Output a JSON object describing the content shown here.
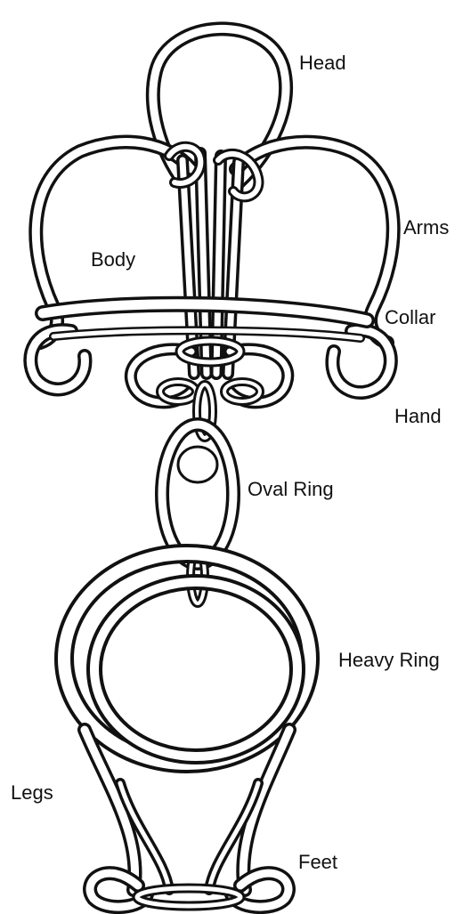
{
  "palette": {
    "ink": "#111111",
    "background": "#ffffff"
  },
  "labels": {
    "head": "Head",
    "arms": "Arms",
    "body": "Body",
    "collar": "Collar",
    "hand": "Hand",
    "oval_ring": "Oval Ring",
    "heavy_ring": "Heavy Ring",
    "legs": "Legs",
    "feet": "Feet"
  }
}
